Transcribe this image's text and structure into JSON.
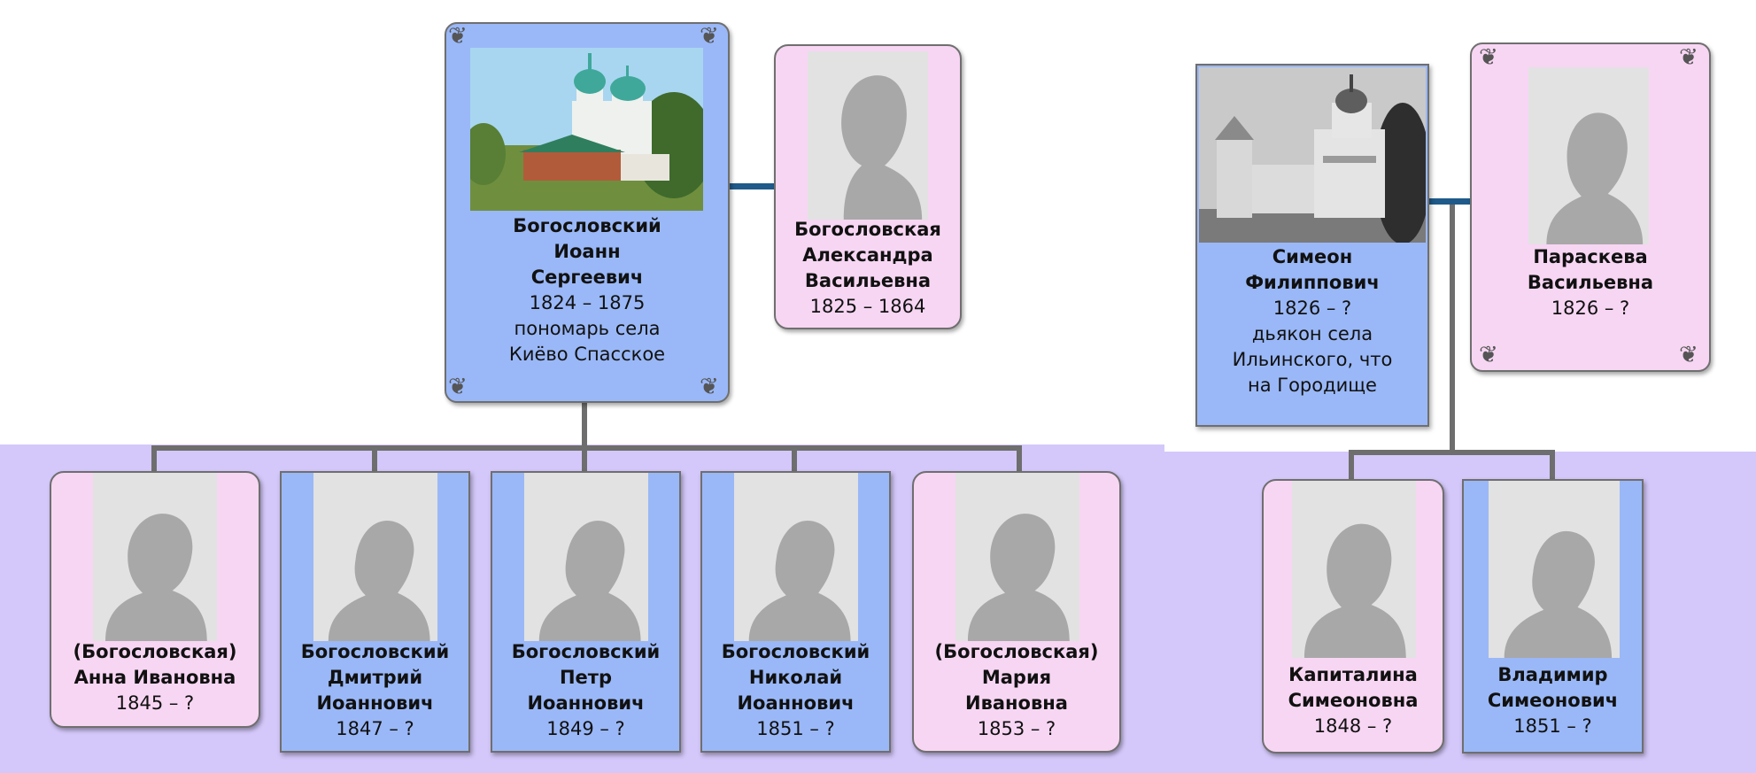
{
  "family_left": {
    "father": {
      "name_lines": [
        "Богословский",
        "Иоанн",
        "Сергеевич"
      ],
      "years": "1824 – 1875",
      "note_lines": [
        "пономарь села",
        "Киёво Спасское"
      ],
      "photo": "church-photo-color"
    },
    "mother": {
      "name_lines": [
        "Богословская",
        "Александра",
        "Васильевна"
      ],
      "years": "1825 – 1864",
      "photo": "silhouette-placeholder"
    },
    "children": [
      {
        "name_lines": [
          "(Богословская)",
          "Анна Ивановна"
        ],
        "years": "1845 – ?",
        "sex": "f"
      },
      {
        "name_lines": [
          "Богословский",
          "Дмитрий",
          "Иоаннович"
        ],
        "years": "1847 – ?",
        "sex": "m"
      },
      {
        "name_lines": [
          "Богословский",
          "Петр",
          "Иоаннович"
        ],
        "years": "1849 – ?",
        "sex": "m"
      },
      {
        "name_lines": [
          "Богословский",
          "Николай",
          "Иоаннович"
        ],
        "years": "1851 – ?",
        "sex": "m"
      },
      {
        "name_lines": [
          "(Богословская)",
          "Мария",
          "Ивановна"
        ],
        "years": "1853 – ?",
        "sex": "f"
      }
    ]
  },
  "family_right": {
    "father": {
      "name_lines": [
        "Симеон",
        "Филиппович"
      ],
      "years": "1826 – ?",
      "note_lines": [
        "дьякон села",
        "Ильинского, что",
        "на Городище"
      ],
      "photo": "church-photo-bw"
    },
    "mother": {
      "name_lines": [
        "Параскева",
        "Васильевна"
      ],
      "years": "1826 – ?",
      "photo": "silhouette-placeholder"
    },
    "children": [
      {
        "name_lines": [
          "Капиталина",
          "Симеоновна"
        ],
        "years": "1848 – ?",
        "sex": "f"
      },
      {
        "name_lines": [
          "Владимир",
          "Симеонович"
        ],
        "years": "1851 – ?",
        "sex": "m"
      }
    ]
  },
  "colors": {
    "female": "#f7d6f3",
    "male": "#9ab8f7",
    "band": "#d4c8fa",
    "connector": "#6e6e6e",
    "spouse_link": "#1f5a8a"
  }
}
